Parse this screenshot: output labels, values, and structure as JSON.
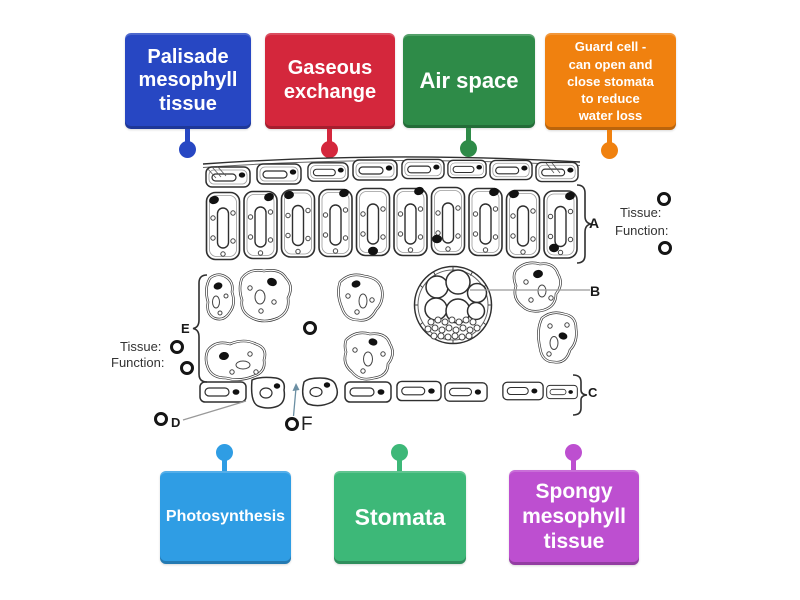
{
  "cards": [
    {
      "key": "palisade-mesophyll-tissue",
      "label": "Palisade\nmesophyll\ntissue",
      "color": "#2747c3"
    },
    {
      "key": "gaseous-exchange",
      "label": "Gaseous\nexchange",
      "color": "#d4273c"
    },
    {
      "key": "air-space",
      "label": "Air space",
      "color": "#2e8b48"
    },
    {
      "key": "guard-cell",
      "label": "Guard cell -\ncan open and\nclose stomata\nto reduce\nwater loss",
      "color": "#f0810f"
    },
    {
      "key": "photosynthesis",
      "label": "Photosynthesis",
      "color": "#2f9de4"
    },
    {
      "key": "stomata",
      "label": "Stomata",
      "color": "#3db878"
    },
    {
      "key": "spongy-mesophyll-tissue",
      "label": "Spongy\nmesophyll\ntissue",
      "color": "#bd4fd0"
    }
  ],
  "diagram": {
    "letters": [
      "A",
      "B",
      "C",
      "D",
      "E",
      "F"
    ],
    "prompts": {
      "tissue": "Tissue:",
      "function": "Function:"
    }
  }
}
